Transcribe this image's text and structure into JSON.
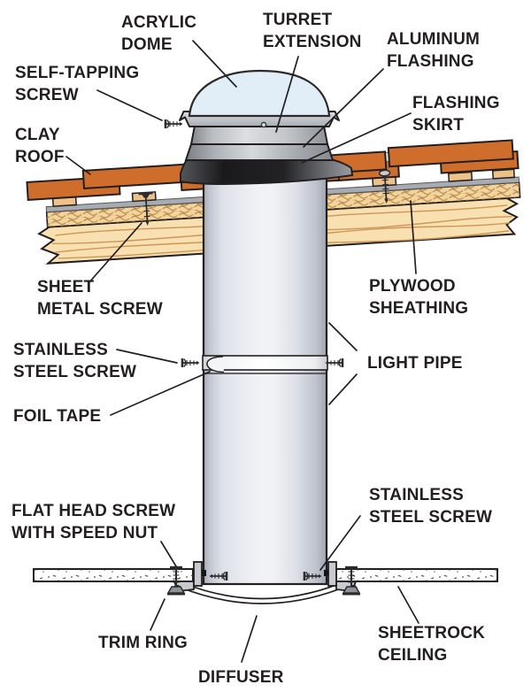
{
  "labels": {
    "acrylic_dome": "ACRYLIC\nDOME",
    "turret_extension": "TURRET\nEXTENSION",
    "aluminum_flashing": "ALUMINUM\nFLASHING",
    "self_tapping_screw": "SELF-TAPPING\nSCREW",
    "flashing_skirt": "FLASHING\nSKIRT",
    "clay_roof": "CLAY\nROOF",
    "sheet_metal_screw": "SHEET\nMETAL SCREW",
    "plywood_sheathing": "PLYWOOD\nSHEATHING",
    "stainless_steel_screw_left": "STAINLESS\nSTEEL SCREW",
    "light_pipe": "LIGHT PIPE",
    "foil_tape": "FOIL TAPE",
    "flat_head_screw": "FLAT HEAD SCREW\nWITH SPEED NUT",
    "stainless_steel_screw_right": "STAINLESS\nSTEEL SCREW",
    "trim_ring": "TRIM RING",
    "diffuser": "DIFFUSER",
    "sheetrock_ceiling": "SHEETROCK\nCEILING"
  },
  "colors": {
    "label_text": "#231f20",
    "leader_line": "#231f20",
    "outline": "#231f20",
    "clay_tile": "#cf6e2c",
    "batten_tan": "#ecc289",
    "osb_tan": "#f2d49e",
    "plank_wood": "#f8e0b0",
    "wood_grain": "#cc9658",
    "dome_glass": "#e2eef7",
    "metal_light": "#eef0f4",
    "metal_mid": "#c2c7d0",
    "metal_dark": "#9aa1ad",
    "skirt_dark": "#1a1a1c",
    "background": "#ffffff"
  }
}
